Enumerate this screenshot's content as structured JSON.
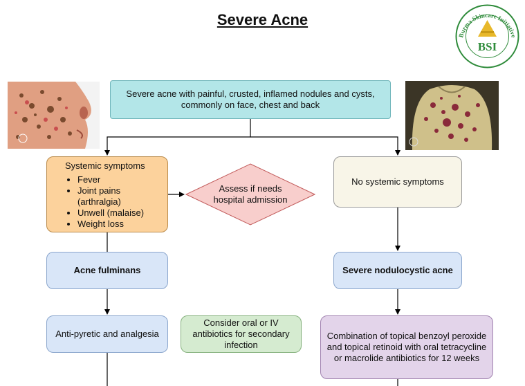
{
  "title": "Severe Acne",
  "logo": {
    "arc_text": "Burma Skincare Initiative",
    "abbr": "BSI",
    "color": "#2e8b3a",
    "accent": "#e8b82a"
  },
  "nodes": {
    "top": "Severe acne with painful, crusted, inflamed nodules and cysts, commonly on face, chest and back",
    "systemic": {
      "heading": "Systemic symptoms",
      "items": [
        "Fever",
        "Joint pains (arthralgia)",
        "Unwell (malaise)",
        "Weight loss"
      ]
    },
    "assess": "Assess if needs hospital admission",
    "no_systemic": "No systemic symptoms",
    "fulminans": "Acne fulminans",
    "nodulocystic": "Severe nodulocystic acne",
    "antipyretic": "Anti-pyretic and analgesia",
    "antibiotics": "Consider oral or IV antibiotics for secondary infection",
    "combination": "Combination of topical benzoyl peroxide and topical retinoid with oral tetracycline or macrolide antibiotics for 12 weeks"
  },
  "colors": {
    "top": "#b3e6e8",
    "systemic": "#fcd29c",
    "assess": "#f8cecc",
    "no_systemic": "#f8f5e8",
    "blue_boxes": "#d9e6f8",
    "antibiotics": "#d5ebd0",
    "combination": "#e3d4ea"
  }
}
